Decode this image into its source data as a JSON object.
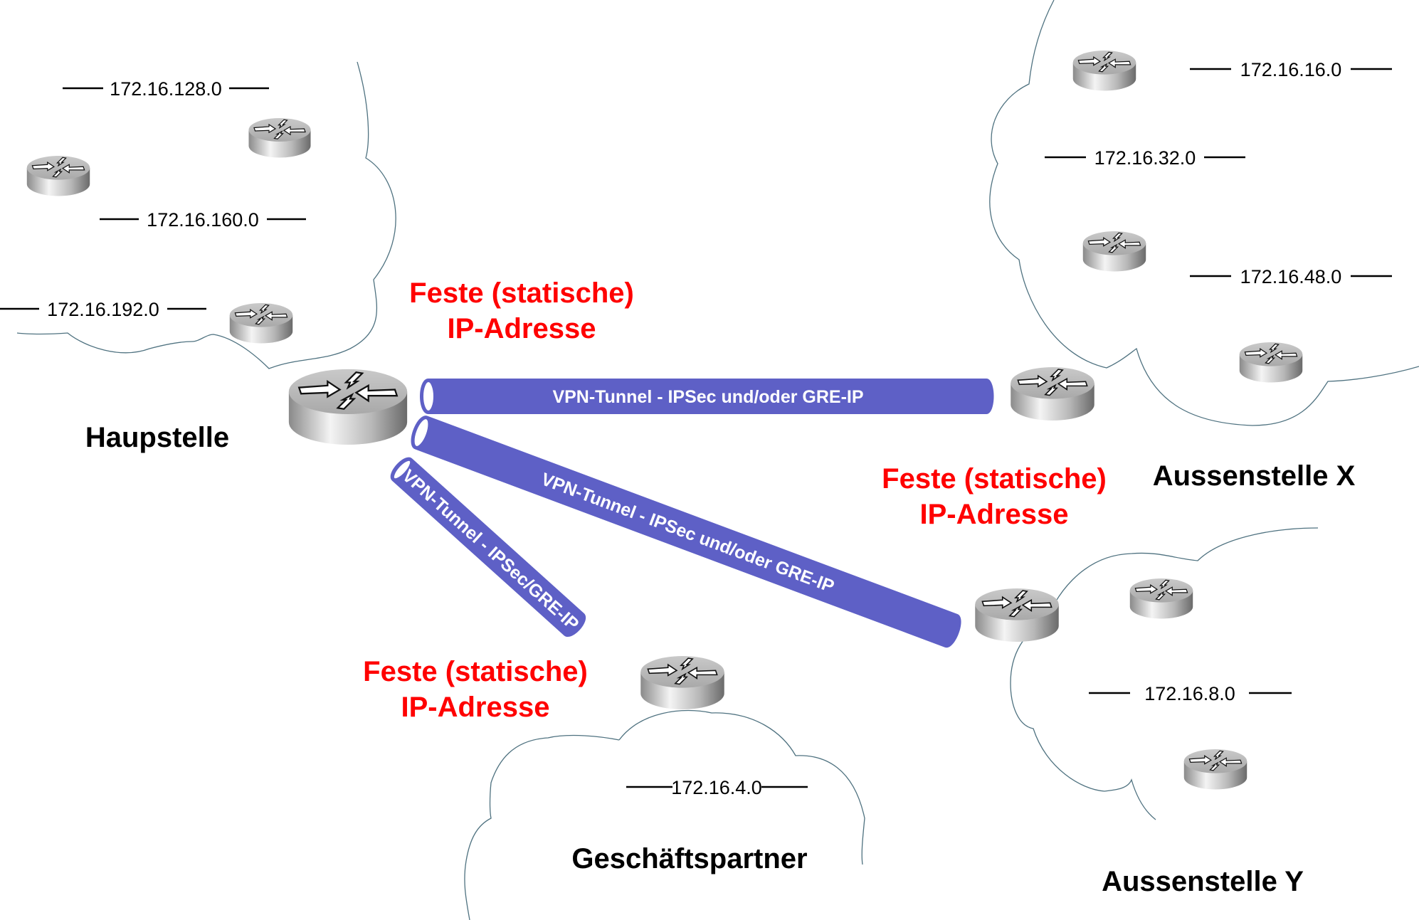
{
  "title": "VPN-Tunnel Netzwerkdiagramm",
  "colors": {
    "tunnel": "#5e60c6",
    "static_label": "#ff0000",
    "cloud_outline": "#4f7280",
    "text": "#000000"
  },
  "sites": {
    "haupstelle": {
      "label": "Haupstelle",
      "networks": [
        "172.16.128.0",
        "172.16.160.0",
        "172.16.192.0"
      ]
    },
    "aussenstelle_x": {
      "label": "Aussenstelle X",
      "networks": [
        "172.16.16.0",
        "172.16.32.0",
        "172.16.48.0"
      ]
    },
    "aussenstelle_y": {
      "label": "Aussenstelle Y",
      "networks": [
        "172.16.8.0"
      ]
    },
    "geschaeftspartner": {
      "label": "Geschäftspartner",
      "networks": [
        "172.16.4.0"
      ]
    }
  },
  "static_ip_label": {
    "line1": "Feste (statische)",
    "line2": "IP-Adresse"
  },
  "tunnels": [
    {
      "label": "VPN-Tunnel - IPSec und/oder GRE-IP",
      "to": "Aussenstelle X"
    },
    {
      "label": "VPN-Tunnel - IPSec und/oder GRE-IP",
      "to": "Aussenstelle Y"
    },
    {
      "label": "VPN-Tunnel - IPSec/GRE-IP",
      "to": "Geschäftspartner"
    }
  ],
  "icons": {
    "router": "router-icon",
    "cloud": "cloud-icon"
  }
}
